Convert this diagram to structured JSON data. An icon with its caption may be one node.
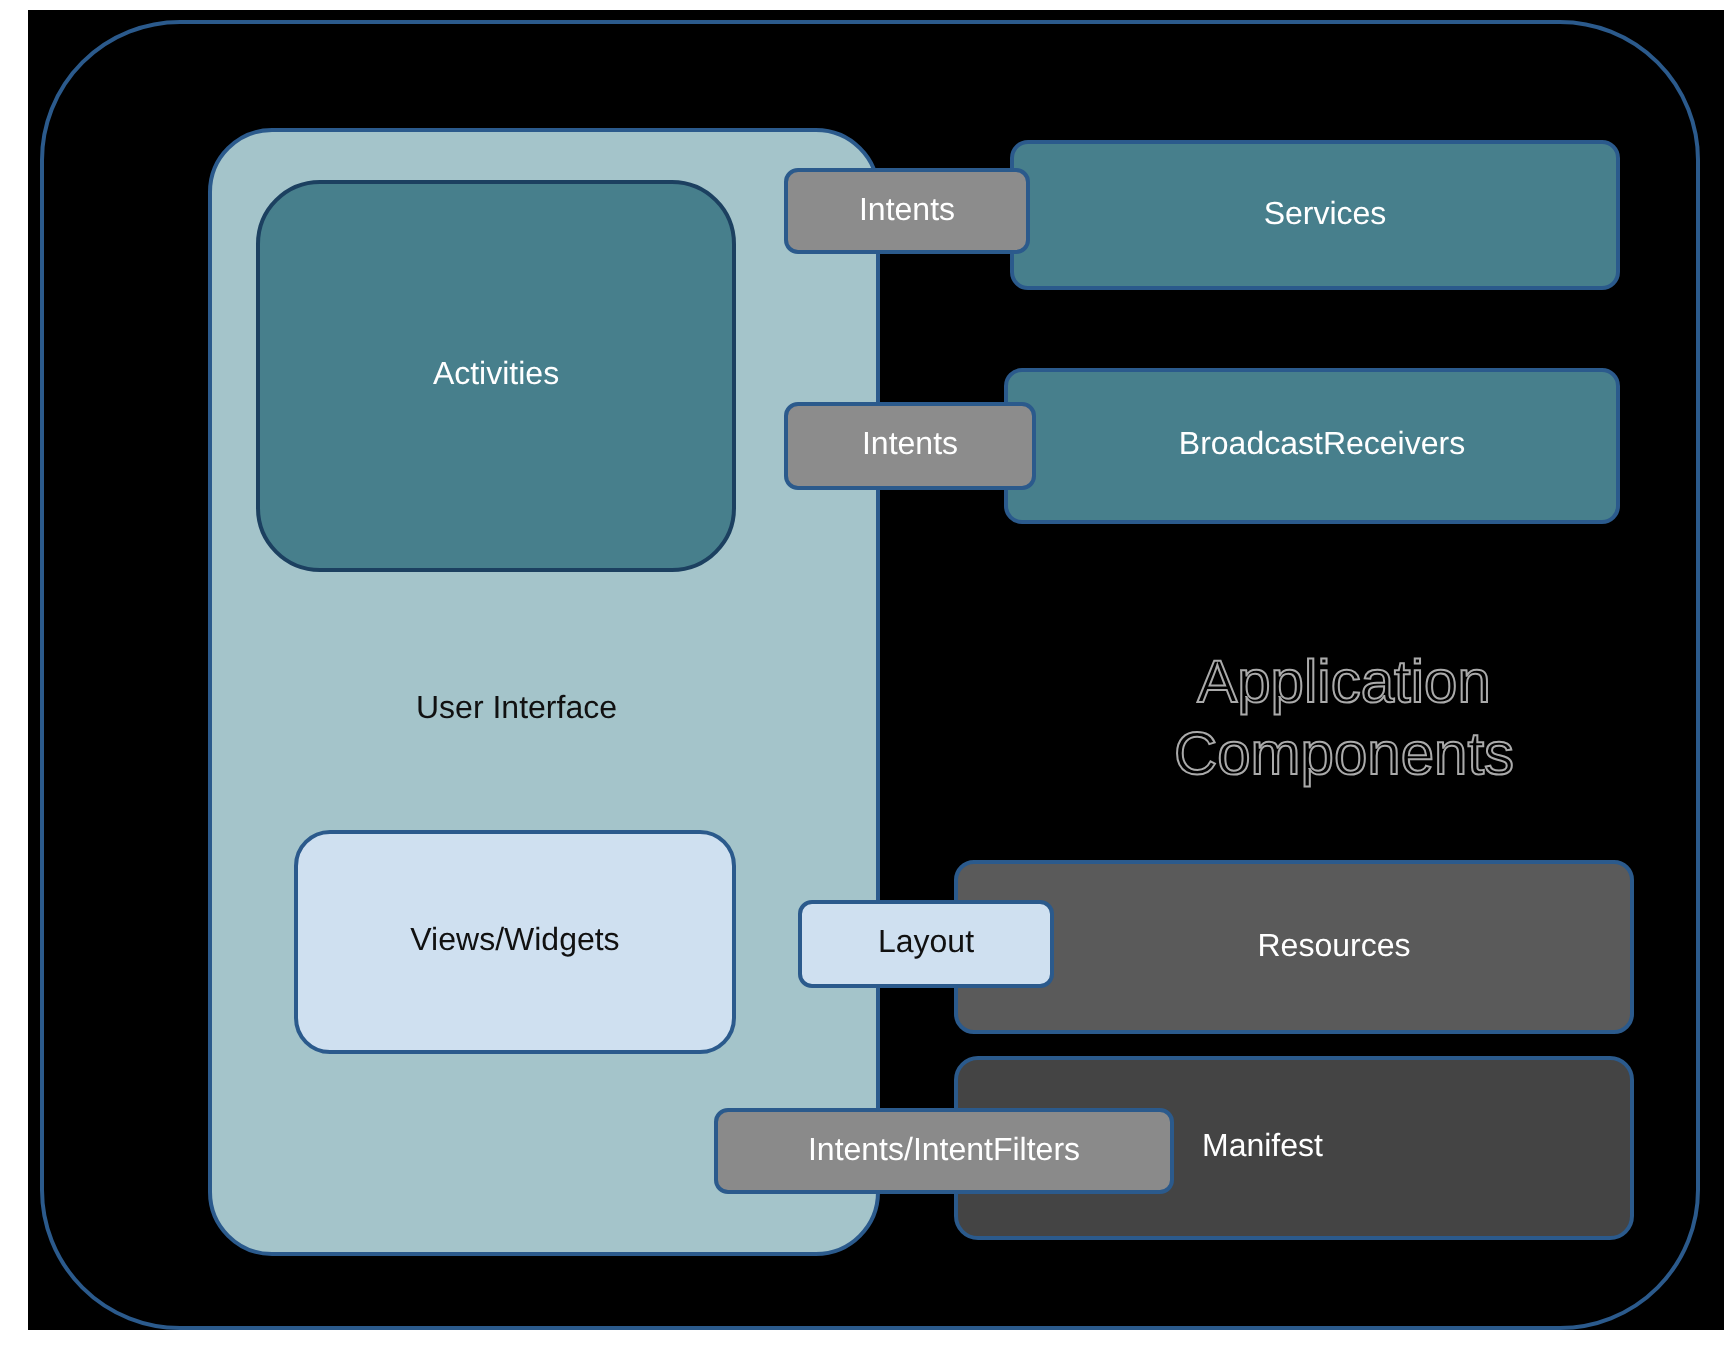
{
  "diagram": {
    "nodes": [
      {
        "text": [
          "Application Components"
        ]
      },
      {
        "text": [
          "User Interface"
        ],
        "in": 0
      },
      {
        "text": [
          "Activities"
        ],
        "in": 1
      },
      {
        "text": [
          "Intents"
        ],
        "in": 0
      },
      {
        "text": [
          "Services"
        ],
        "in": 0
      },
      {
        "text": [
          "Intents"
        ],
        "in": 0
      },
      {
        "text": [
          "BroadcastReceivers"
        ],
        "in": 0
      },
      {
        "text": [
          "Views/Widgets"
        ],
        "in": 1
      },
      {
        "text": [
          "Layout"
        ],
        "in": 0
      },
      {
        "text": [
          "Resources"
        ],
        "in": 0
      },
      {
        "text": [
          "Intents/IntentFilters"
        ],
        "in": 0
      },
      {
        "text": [
          "Manifest"
        ],
        "in": 0
      }
    ]
  }
}
